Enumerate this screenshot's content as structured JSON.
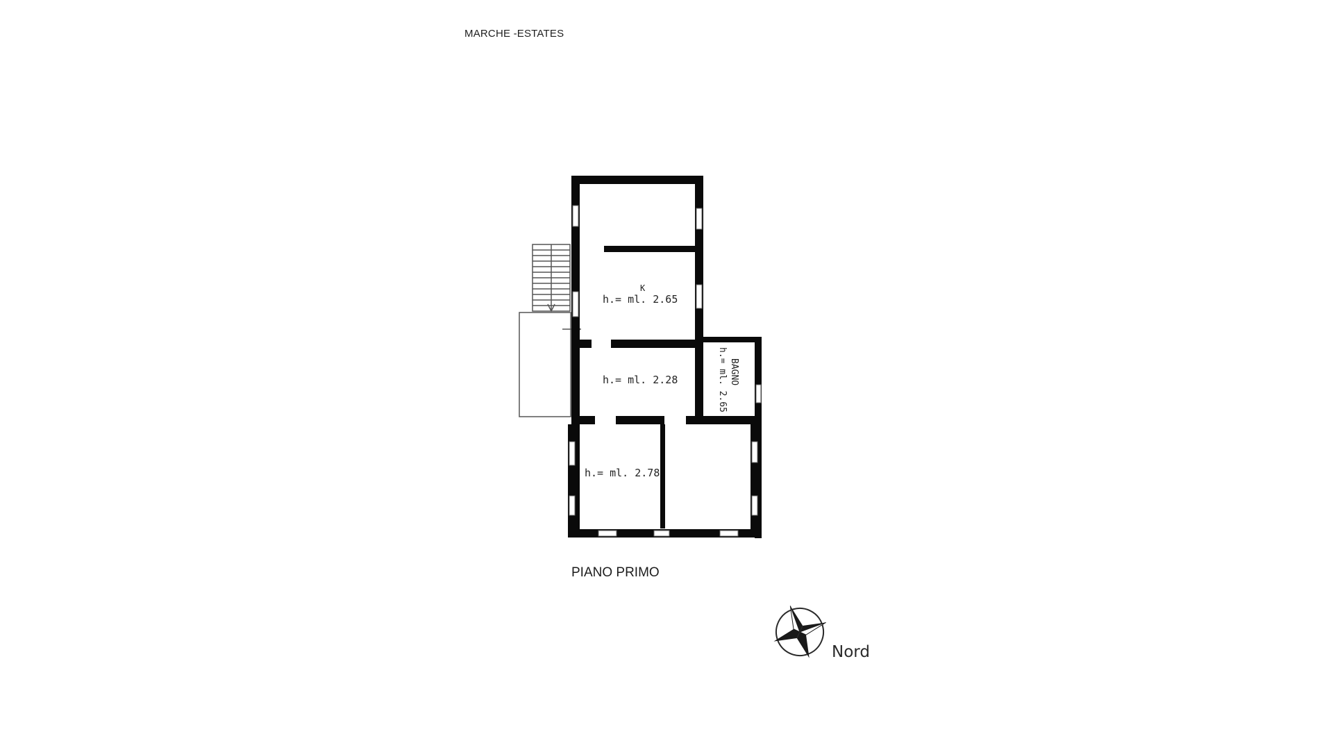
{
  "header": {
    "agency": "MARCHE -ESTATES"
  },
  "plan": {
    "floor_caption": "PIANO PRIMO",
    "rooms": [
      {
        "name": "",
        "marker": "K",
        "height_label": "h.= ml. 2.65"
      },
      {
        "name": "",
        "height_label": "h.= ml. 2.28"
      },
      {
        "name": "BAGNO",
        "height_label": "h.= ml. 2.65"
      },
      {
        "name": "",
        "height_label": "h.= ml. 2.78"
      }
    ]
  },
  "compass": {
    "label": "Nord",
    "icon": "compass-rose-icon"
  },
  "colors": {
    "wall": "#0a0a0a",
    "line": "#444444",
    "background": "#ffffff"
  }
}
